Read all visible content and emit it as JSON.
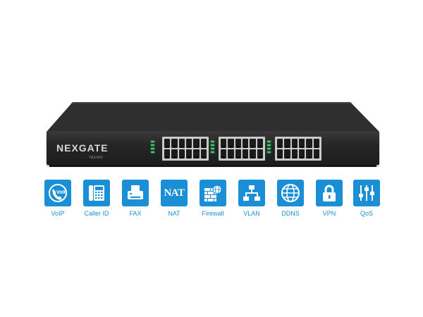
{
  "device": {
    "brand": "NEXGATE",
    "model": "TA2400"
  },
  "colors": {
    "icon_tile": "#1a8fd6",
    "label_text": "#1a8fd6",
    "chassis": "#2a2a2a",
    "led": "#38d36b"
  },
  "features": [
    {
      "label": "VoIP",
      "icon": "voip-phone-icon"
    },
    {
      "label": "Caller ID",
      "icon": "caller-id-phone-icon"
    },
    {
      "label": "FAX",
      "icon": "fax-machine-icon"
    },
    {
      "label": "NAT",
      "icon": "nat-text-icon",
      "icon_text": "NAT"
    },
    {
      "label": "Firewall",
      "icon": "firewall-globe-icon"
    },
    {
      "label": "VLAN",
      "icon": "network-topology-icon"
    },
    {
      "label": "DDNS",
      "icon": "globe-icon"
    },
    {
      "label": "VPN",
      "icon": "padlock-icon"
    },
    {
      "label": "QoS",
      "icon": "equalizer-sliders-icon"
    }
  ],
  "voip_icon_text": "VoIP"
}
